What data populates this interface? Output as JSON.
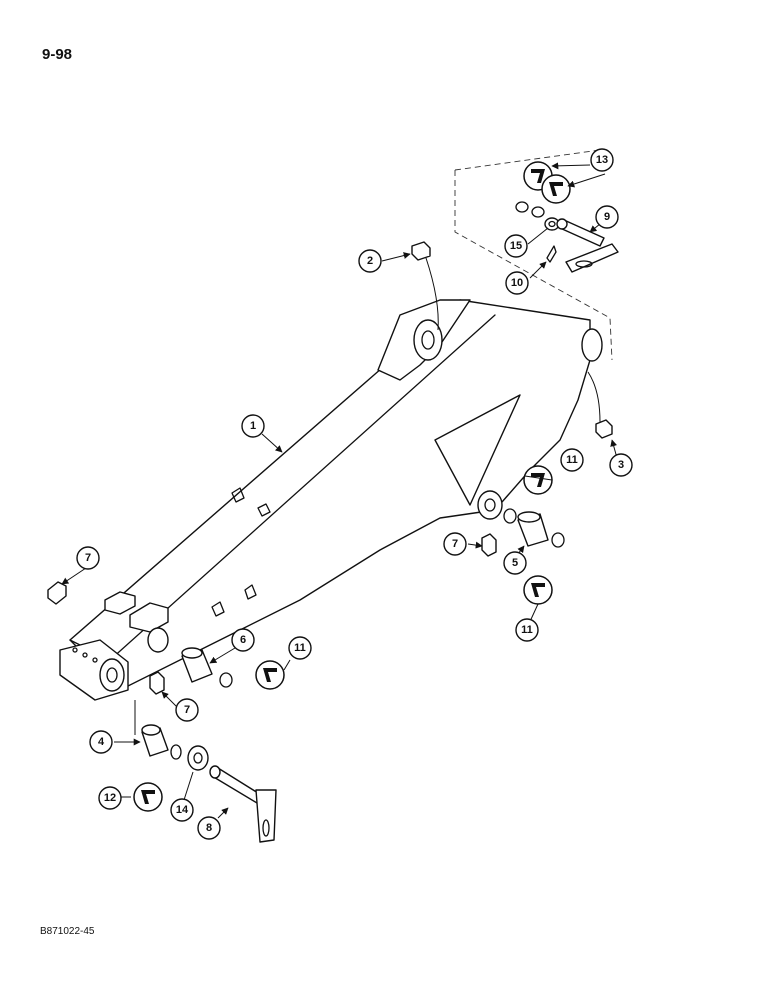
{
  "page": {
    "number": "9-98",
    "figure_code": "B871022-45"
  },
  "callouts": {
    "c1": "1",
    "c2": "2",
    "c3": "3",
    "c4": "4",
    "c5": "5",
    "c6": "6",
    "c7a": "7",
    "c7b": "7",
    "c7c": "7",
    "c8": "8",
    "c9": "9",
    "c10": "10",
    "c11a": "11",
    "c11b": "11",
    "c11c": "11",
    "c12": "12",
    "c13": "13",
    "c14": "14",
    "c15": "15"
  }
}
